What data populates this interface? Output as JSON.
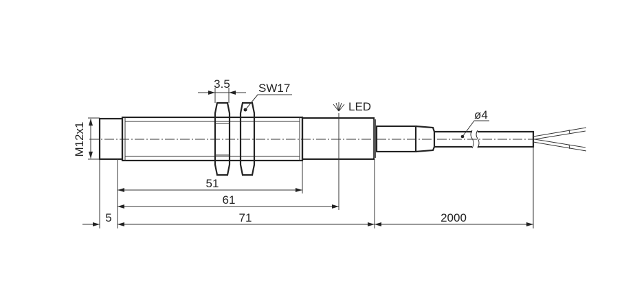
{
  "labels": {
    "thread": "M12x1",
    "nut_width": "3.5",
    "wrench_size": "SW17",
    "led": "LED",
    "cable_diameter": "ø4"
  },
  "dimensions": {
    "front": "5",
    "thread_length": "51",
    "led_position": "61",
    "body_length": "71",
    "cable_length": "2000"
  }
}
